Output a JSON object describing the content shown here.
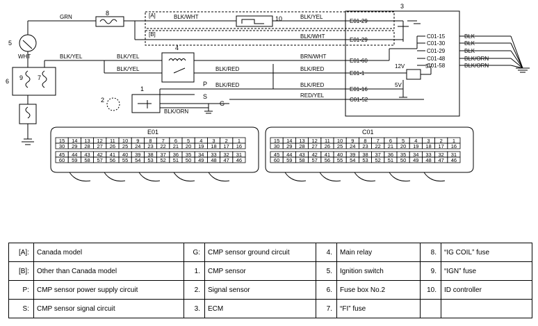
{
  "callouts": {
    "n1": "1",
    "n2": "2",
    "n3": "3",
    "n4": "4",
    "n5": "5",
    "n6": "6",
    "n7": "7",
    "n8": "8",
    "n9": "9",
    "n10": "10",
    "p": "P",
    "s": "S",
    "g": "G",
    "a": "[A]",
    "b": "[B]"
  },
  "wires": {
    "grn": "GRN",
    "blk_wht_a": "BLK/WHT",
    "blk_yel_a": "BLK/YEL",
    "blk_wht_b": "BLK/WHT",
    "wht": "WHT",
    "blk_yel_1": "BLK/YEL",
    "blk_yel_2": "BLK/YEL",
    "blk_yel_3": "BLK/YEL",
    "brn_wht": "BRN/WHT",
    "blk_red_1": "BLK/RED",
    "blk_red_2": "BLK/RED",
    "blk_red_3": "BLK/RED",
    "blk_red_4": "BLK/RED",
    "blk_orn_g": "BLK/ORN",
    "red_yel": "RED/YEL",
    "v12": "12V",
    "v5a": "5V",
    "v5b": "5V"
  },
  "terminals": {
    "e01_29a": "E01-29",
    "e01_29b": "E01-29",
    "e01_60": "E01-60",
    "e01_1": "E01-1",
    "e01_16": "E01-16",
    "c01_52": "C01-52",
    "c01_15": "C01-15",
    "c01_30": "C01-30",
    "c01_29": "C01-29",
    "c01_48": "C01-48",
    "c01_58": "C01-58"
  },
  "ground_wires": {
    "w1": "BLK",
    "w2": "BLK",
    "w3": "BLK",
    "w4": "BLK/ORN",
    "w5": "BLK/ORN"
  },
  "connectors": {
    "e01": {
      "title": "E01",
      "row1": [
        "15",
        "14",
        "13",
        "12",
        "11",
        "10",
        "9",
        "8",
        "7",
        "6",
        "5",
        "4",
        "3",
        "2",
        "1"
      ],
      "row2": [
        "30",
        "29",
        "28",
        "27",
        "26",
        "25",
        "24",
        "23",
        "22",
        "21",
        "20",
        "19",
        "18",
        "17",
        "16"
      ],
      "row3": [
        "45",
        "44",
        "43",
        "42",
        "41",
        "40",
        "39",
        "38",
        "37",
        "36",
        "35",
        "34",
        "33",
        "32",
        "31"
      ],
      "row4": [
        "60",
        "59",
        "58",
        "57",
        "56",
        "55",
        "54",
        "53",
        "52",
        "51",
        "50",
        "49",
        "48",
        "47",
        "46"
      ]
    },
    "c01": {
      "title": "C01",
      "row1": [
        "15",
        "14",
        "13",
        "12",
        "11",
        "10",
        "9",
        "8",
        "7",
        "6",
        "5",
        "4",
        "3",
        "2",
        "1"
      ],
      "row2": [
        "30",
        "29",
        "28",
        "27",
        "26",
        "25",
        "24",
        "23",
        "22",
        "21",
        "20",
        "19",
        "18",
        "17",
        "16"
      ],
      "row3": [
        "45",
        "44",
        "43",
        "42",
        "41",
        "40",
        "39",
        "38",
        "37",
        "36",
        "35",
        "34",
        "33",
        "32",
        "31"
      ],
      "row4": [
        "60",
        "59",
        "58",
        "57",
        "56",
        "55",
        "54",
        "53",
        "52",
        "51",
        "50",
        "49",
        "48",
        "47",
        "46"
      ]
    }
  },
  "legend": [
    [
      {
        "key": "[A]:",
        "text": "Canada model"
      },
      {
        "key": "G:",
        "text": "CMP sensor ground circuit"
      },
      {
        "key": "4.",
        "text": "Main relay"
      },
      {
        "key": "8.",
        "text": "“IG COIL” fuse"
      }
    ],
    [
      {
        "key": "[B]:",
        "text": "Other than Canada model"
      },
      {
        "key": "1.",
        "text": "CMP sensor"
      },
      {
        "key": "5.",
        "text": "Ignition switch"
      },
      {
        "key": "9.",
        "text": "“IGN” fuse"
      }
    ],
    [
      {
        "key": "P:",
        "text": "CMP sensor power supply circuit"
      },
      {
        "key": "2.",
        "text": "Signal sensor"
      },
      {
        "key": "6.",
        "text": "Fuse box No.2"
      },
      {
        "key": "10.",
        "text": "ID controller"
      }
    ],
    [
      {
        "key": "S:",
        "text": "CMP sensor signal circuit"
      },
      {
        "key": "3.",
        "text": "ECM"
      },
      {
        "key": "7.",
        "text": "“FI” fuse"
      },
      {
        "key": "",
        "text": ""
      }
    ]
  ]
}
